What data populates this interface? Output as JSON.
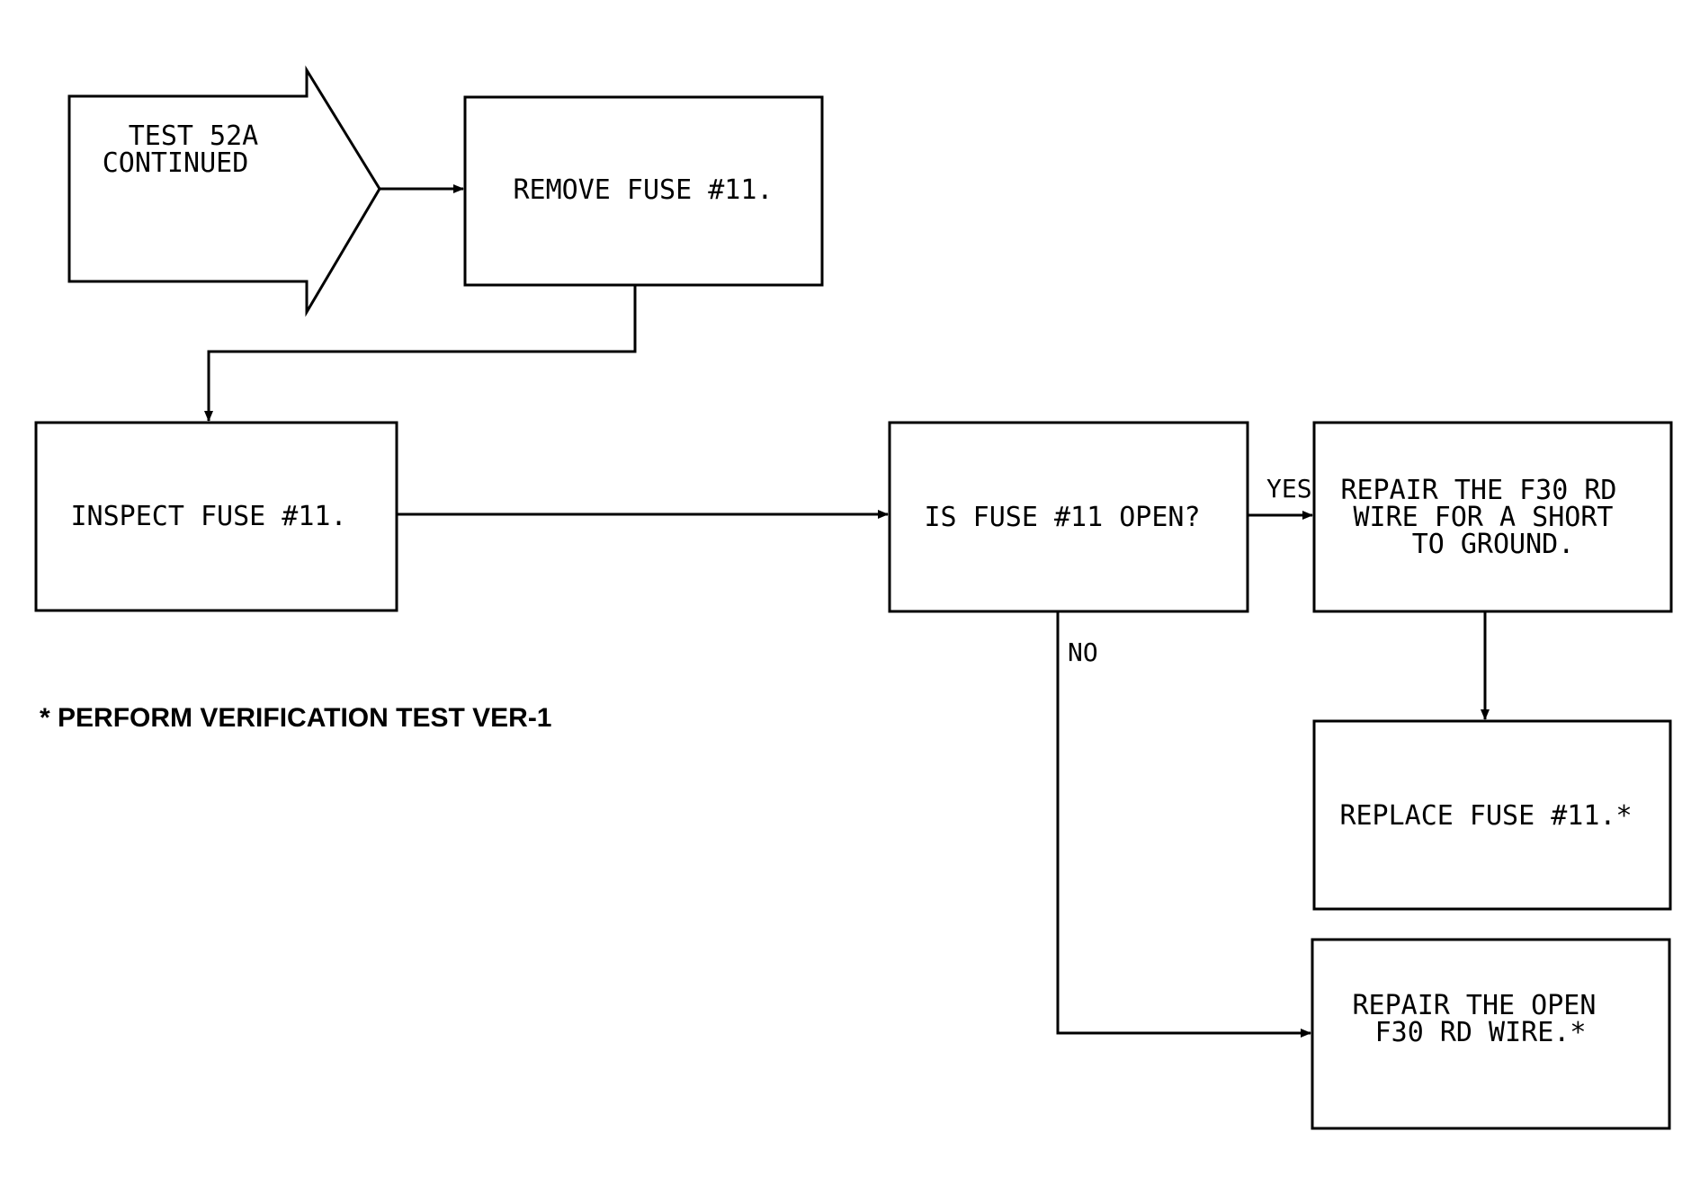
{
  "diagram": {
    "start": {
      "lines": [
        "TEST 52A",
        "CONTINUED"
      ]
    },
    "boxes": {
      "remove_fuse": {
        "lines": [
          "REMOVE FUSE #11."
        ]
      },
      "inspect_fuse": {
        "lines": [
          "INSPECT FUSE #11."
        ]
      },
      "is_fuse_open": {
        "lines": [
          "IS FUSE #11 OPEN?"
        ]
      },
      "repair_short": {
        "lines": [
          "REPAIR THE F30 RD",
          "WIRE FOR A SHORT",
          "TO GROUND."
        ]
      },
      "replace_fuse": {
        "lines": [
          "REPLACE FUSE #11.*"
        ]
      },
      "repair_open": {
        "lines": [
          "REPAIR THE OPEN",
          "F30 RD WIRE.*"
        ]
      }
    },
    "branches": {
      "yes": "YES",
      "no": "NO"
    },
    "footnote": "* PERFORM VERIFICATION TEST VER-1"
  }
}
